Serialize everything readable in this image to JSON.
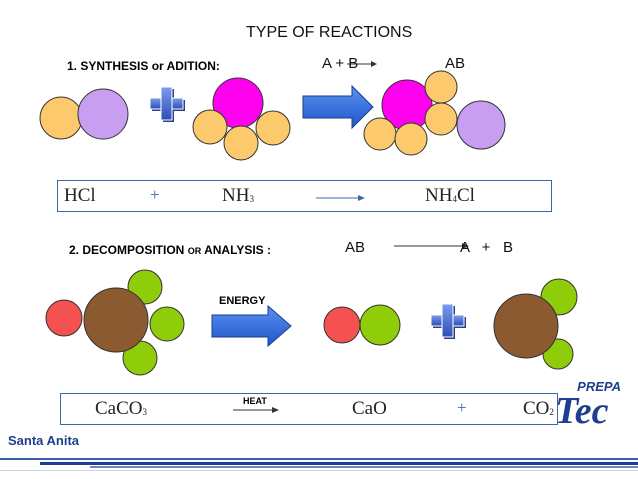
{
  "title": "TYPE OF  REACTIONS",
  "synthesis": {
    "heading": "1.  SYNTHESIS or ADITION:",
    "general": {
      "left": "A + B",
      "right": "AB"
    },
    "example": {
      "r1": "HCl",
      "plus": "+",
      "r2": "NH",
      "r2_sub": "3",
      "p1": "NH",
      "p1_sub": "4",
      "p1_tail": "Cl"
    }
  },
  "decomposition": {
    "heading_a": "2. DECOMPOSITION",
    "heading_or": "OR",
    "heading_b": "ANALYSIS :",
    "general": {
      "left": "AB",
      "right": "A   +   B"
    },
    "energy_label": "ENERGY",
    "heat_label": "HEAT",
    "example": {
      "r1": "CaCO",
      "r1_sub": "3",
      "p1": "CaO",
      "plus": "+",
      "p2": "CO",
      "p2_sub": "2"
    }
  },
  "footer": {
    "left_logo": "Santa Anita",
    "right_logo_top": "PREPA",
    "right_logo_bottom": "Tec"
  },
  "colors": {
    "orange": "#fcc96c",
    "purple": "#c89ef1",
    "magenta": "#ff00ee",
    "brown": "#8c5a30",
    "green": "#8fcd0a",
    "red": "#f45151",
    "arrow": "#2f6edf",
    "box": "#3d68b0",
    "plus": "#3a5fc8"
  },
  "icons": [
    "plus-icon",
    "right-arrow-icon",
    "reaction-arrow-icon"
  ]
}
